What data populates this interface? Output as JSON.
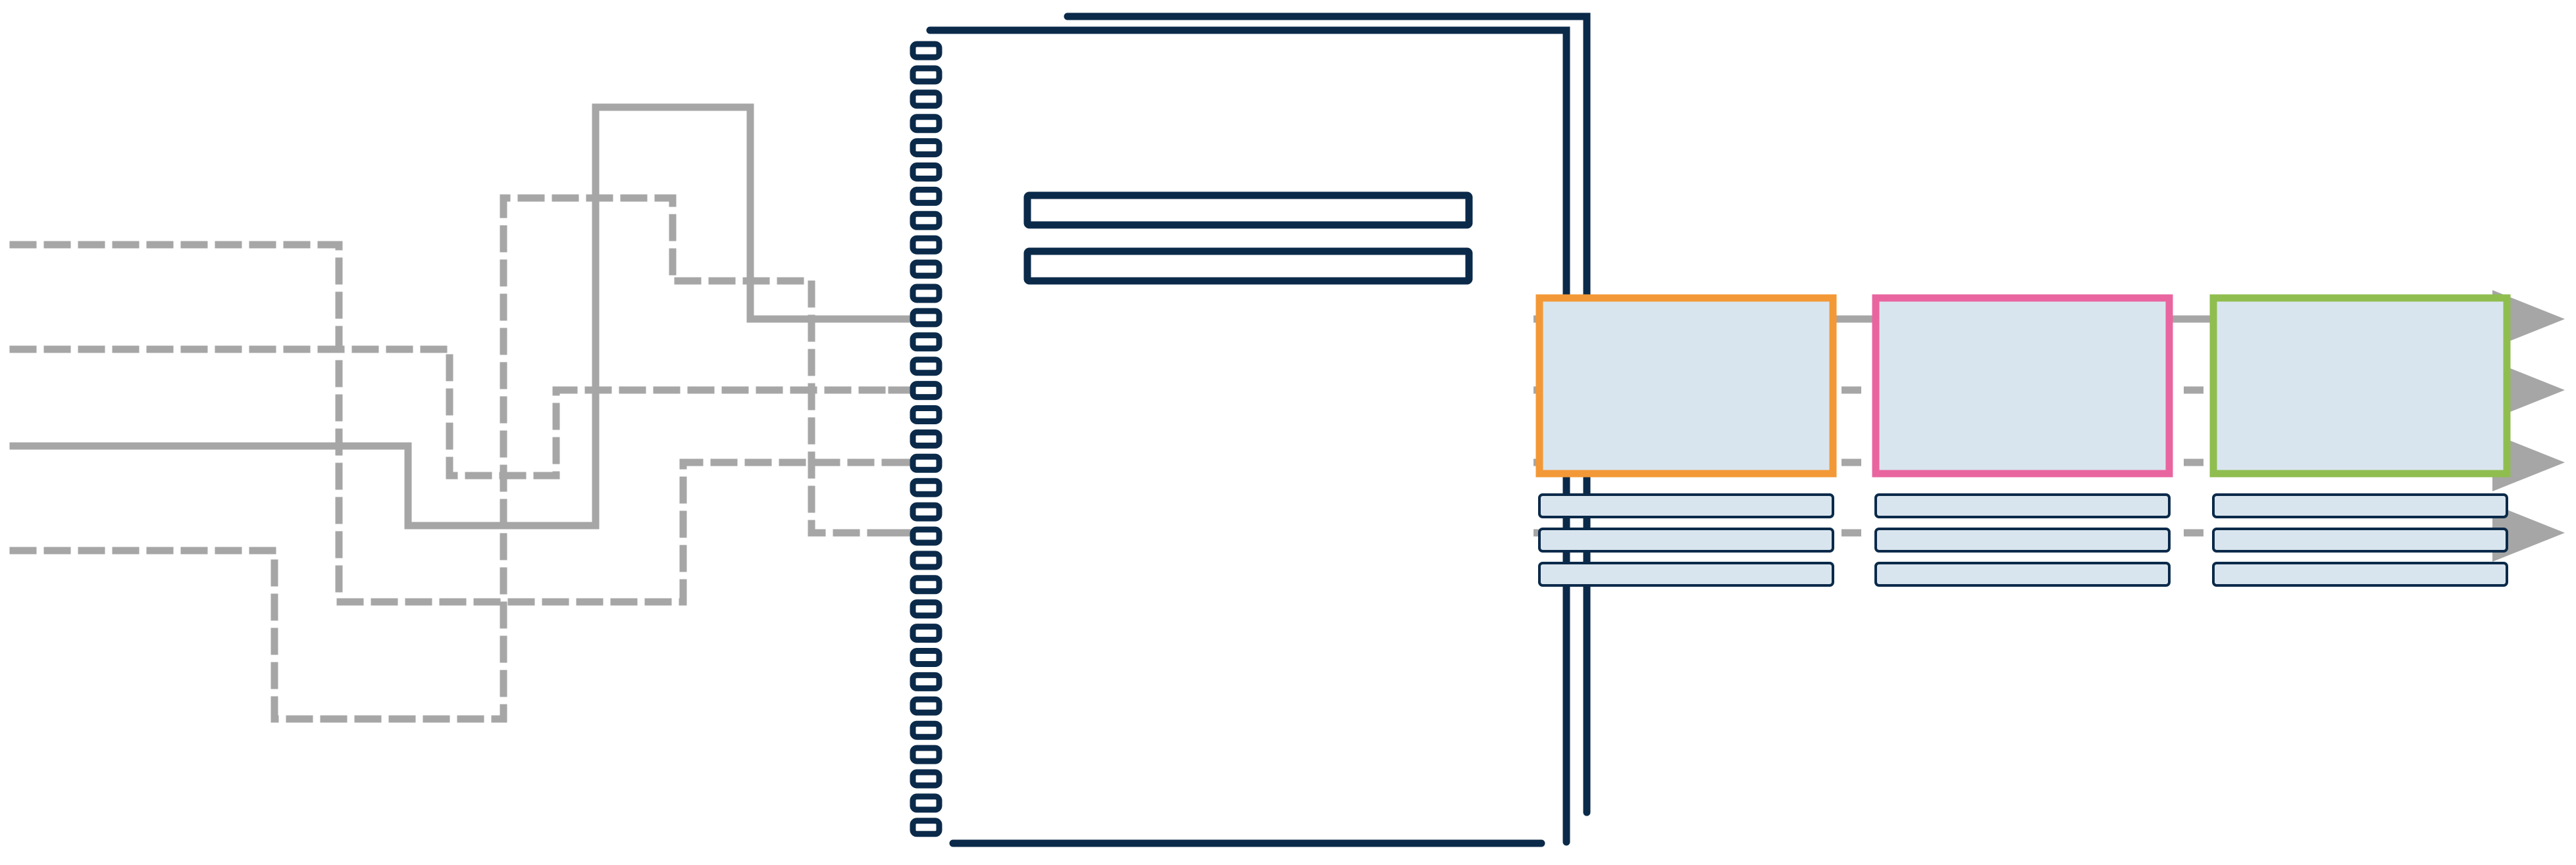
{
  "colors": {
    "background": "#ffffff",
    "line_gray": "#a6a6a6",
    "navy": "#0b2a4a",
    "box_fill": "#d9e5ee",
    "stage_1_border": "#f39836",
    "stage_2_border": "#e965a0",
    "stage_3_border": "#8fbe4f"
  },
  "diagram": {
    "input_lines": [
      {
        "style": "dashed"
      },
      {
        "style": "dashed"
      },
      {
        "style": "solid"
      },
      {
        "style": "dashed"
      },
      {
        "style": "solid"
      },
      {
        "style": "dashed"
      },
      {
        "style": "dashed"
      },
      {
        "style": "dashed"
      }
    ],
    "output_arrows": [
      {
        "style": "solid"
      },
      {
        "style": "dashed"
      },
      {
        "style": "dashed"
      },
      {
        "style": "dashed"
      }
    ],
    "connector_pin_count": 33,
    "panel_bar_count": 2,
    "stages": [
      {
        "border_color": "#f39836",
        "sub_bar_count": 3
      },
      {
        "border_color": "#e965a0",
        "sub_bar_count": 3
      },
      {
        "border_color": "#8fbe4f",
        "sub_bar_count": 3
      }
    ]
  }
}
